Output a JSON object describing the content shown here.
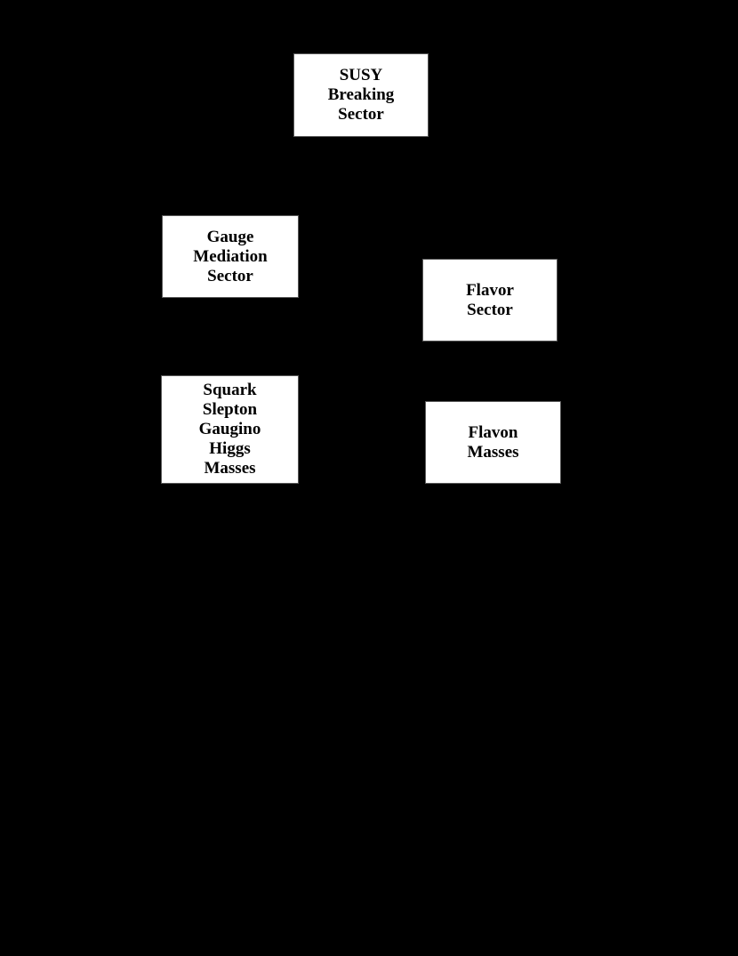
{
  "diagram": {
    "colors": {
      "background": "#000000",
      "box_fill": "#ffffff",
      "box_text": "#000000"
    },
    "nodes": [
      {
        "id": "susy-breaking-sector",
        "lines": [
          "SUSY",
          "Breaking",
          "Sector"
        ]
      },
      {
        "id": "gauge-mediation-sector",
        "lines": [
          "Gauge",
          "Mediation",
          "Sector"
        ]
      },
      {
        "id": "flavor-sector",
        "lines": [
          "Flavor",
          "Sector"
        ]
      },
      {
        "id": "squark-slepton-gaugino-higgs-masses",
        "lines": [
          "Squark",
          "Slepton",
          "Gaugino",
          "Higgs",
          "Masses"
        ]
      },
      {
        "id": "flavon-masses",
        "lines": [
          "Flavon",
          "Masses"
        ]
      }
    ]
  }
}
